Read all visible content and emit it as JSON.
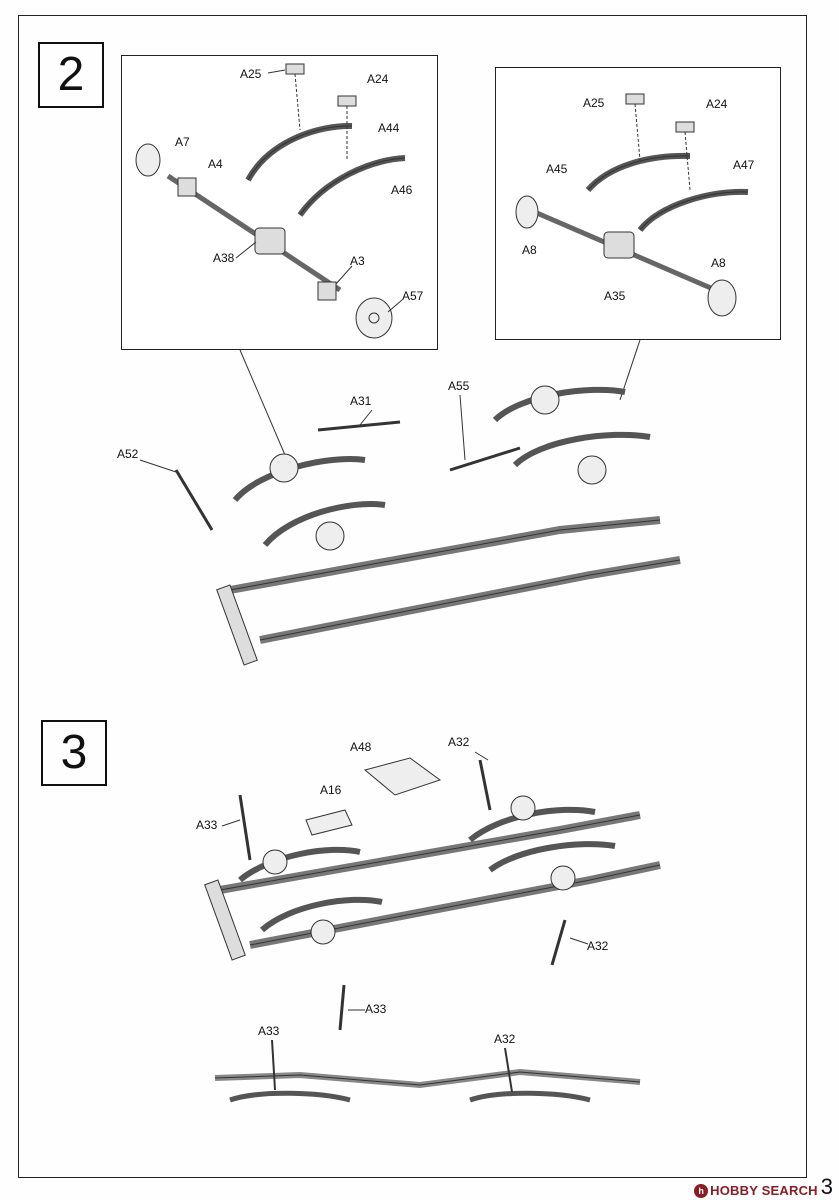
{
  "steps": {
    "step2": "2",
    "step3": "3"
  },
  "inset_left": {
    "labels": {
      "a25": "A25",
      "a24": "A24",
      "a44": "A44",
      "a7": "A7",
      "a4": "A4",
      "a46": "A46",
      "a38": "A38",
      "a3": "A3",
      "a57": "A57"
    }
  },
  "inset_right": {
    "labels": {
      "a25": "A25",
      "a24": "A24",
      "a45": "A45",
      "a47": "A47",
      "a8_left": "A8",
      "a8_right": "A8",
      "a35": "A35"
    }
  },
  "step2_main": {
    "labels": {
      "a31": "A31",
      "a55": "A55",
      "a52": "A52"
    }
  },
  "step3_main": {
    "labels": {
      "a48": "A48",
      "a32_top": "A32",
      "a16": "A16",
      "a33_left": "A33",
      "a32_right": "A32",
      "a33_bottom": "A33"
    }
  },
  "side_view": {
    "labels": {
      "a33": "A33",
      "a32": "A32"
    }
  },
  "footer": {
    "watermark": "HOBBY SEARCH",
    "watermark_icon": "hobby-search-logo-icon",
    "page_number": "3"
  }
}
